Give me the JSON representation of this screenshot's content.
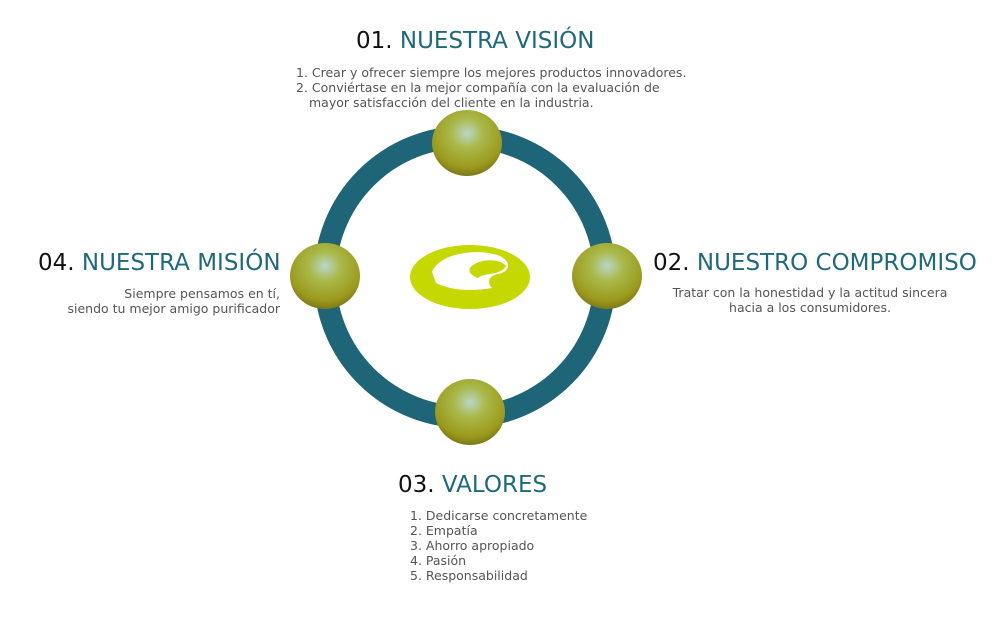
{
  "colors": {
    "ring": "#1d6577",
    "accent": "#1e6a7d",
    "logo": "#c5d800",
    "ball": "#b8b22a"
  },
  "vision": {
    "number": "01.",
    "title": "NUESTRA VISIÓN",
    "lines": [
      "1. Crear y ofrecer siempre los mejores productos innovadores.",
      "2. Conviértase en la mejor compañía con la evaluación de",
      "mayor satisfacción del cliente en la industria."
    ]
  },
  "compromiso": {
    "number": "02.",
    "title": "NUESTRO COMPROMISO",
    "lines": [
      "Tratar con la honestidad y la actitud sincera",
      "hacia a los consumidores."
    ]
  },
  "valores": {
    "number": "03.",
    "title": "VALORES",
    "lines": [
      "1. Dedicarse concretamente",
      "2. Empatía",
      "3. Ahorro apropiado",
      "4. Pasión",
      "5. Responsabilidad"
    ]
  },
  "mision": {
    "number": "04.",
    "title": "NUESTRA MISIÓN",
    "lines": [
      "Siempre pensamos en tí,",
      "siendo tu mejor amigo purificador"
    ]
  }
}
